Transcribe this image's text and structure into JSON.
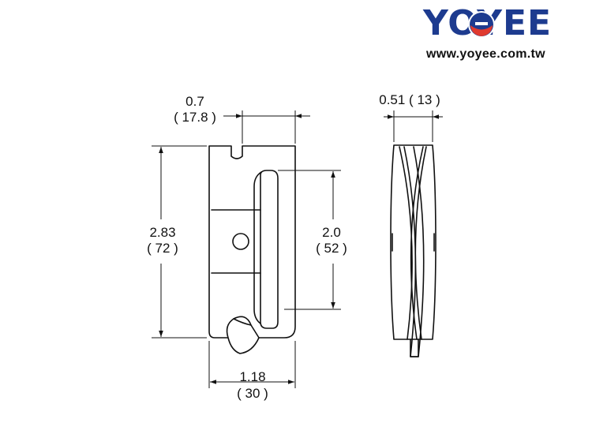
{
  "brand": {
    "name": "YOYEE",
    "url": "www.yoyee.com.tw",
    "primary_color": "#1d3b8f",
    "accent_color": "#e03a2f"
  },
  "dimensions": {
    "top_width": {
      "inch": "0.7",
      "mm": "( 17.8 )"
    },
    "side_thickness": {
      "label": "0.51 ( 13 )"
    },
    "overall_height": {
      "inch": "2.83",
      "mm": "( 72 )"
    },
    "slot_height": {
      "inch": "2.0",
      "mm": "( 52 )"
    },
    "bottom_width": {
      "inch": "1.18",
      "mm": "( 30 )"
    }
  }
}
